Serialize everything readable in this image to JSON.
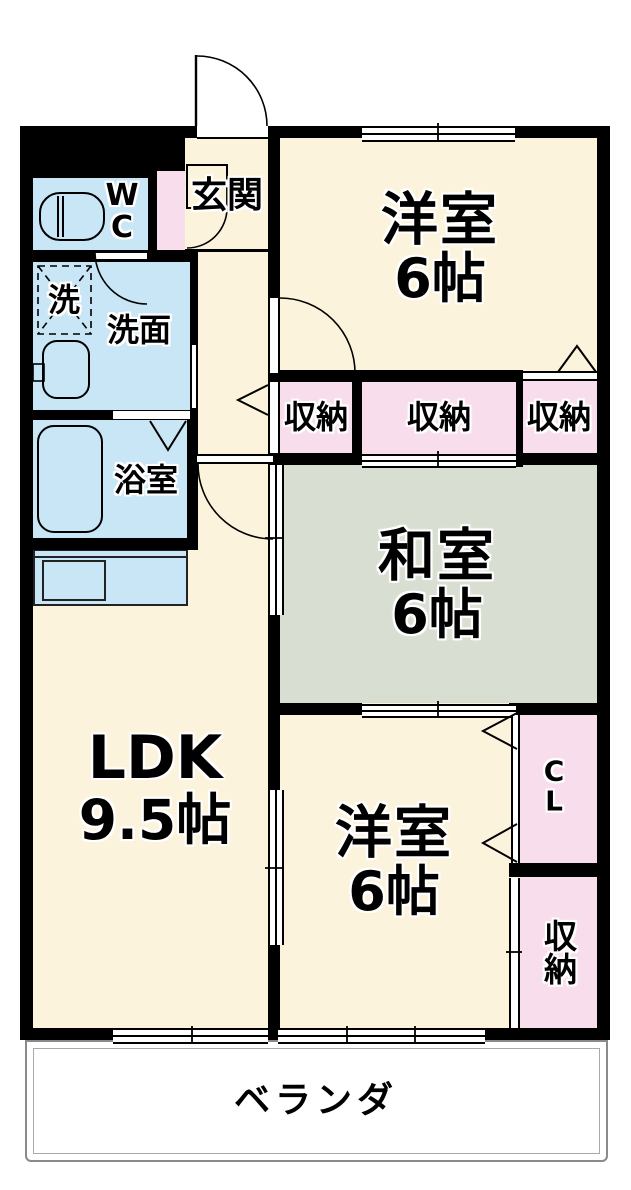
{
  "plan": {
    "type": "apartment-floor-plan",
    "rooms": {
      "entrance": {
        "name": "玄関"
      },
      "toilet": {
        "name": "WC"
      },
      "laundry": {
        "name": "洗"
      },
      "washroom": {
        "name": "洗面"
      },
      "bathroom": {
        "name": "浴室"
      },
      "western_room_1": {
        "name": "洋室",
        "size": "6帖"
      },
      "storage_hall": {
        "name": "収納"
      },
      "storage_middle": {
        "name": "収納"
      },
      "storage_right": {
        "name": "収納"
      },
      "japanese_room": {
        "name": "和室",
        "size": "6帖"
      },
      "ldk": {
        "name": "LDK",
        "size": "9.5帖"
      },
      "western_room_2": {
        "name": "洋室",
        "size": "6帖"
      },
      "closet": {
        "name": "CL"
      },
      "storage_south": {
        "name": "収納"
      },
      "veranda": {
        "name": "ベランダ"
      }
    },
    "colors": {
      "room_cream": "#FCF3DC",
      "tatami_green": "#D8DFD2",
      "closet_pink": "#F8DEED",
      "water_blue": "#C8E6F6",
      "wall_black": "#000000",
      "balcony_border": "#8A8A8A"
    }
  }
}
